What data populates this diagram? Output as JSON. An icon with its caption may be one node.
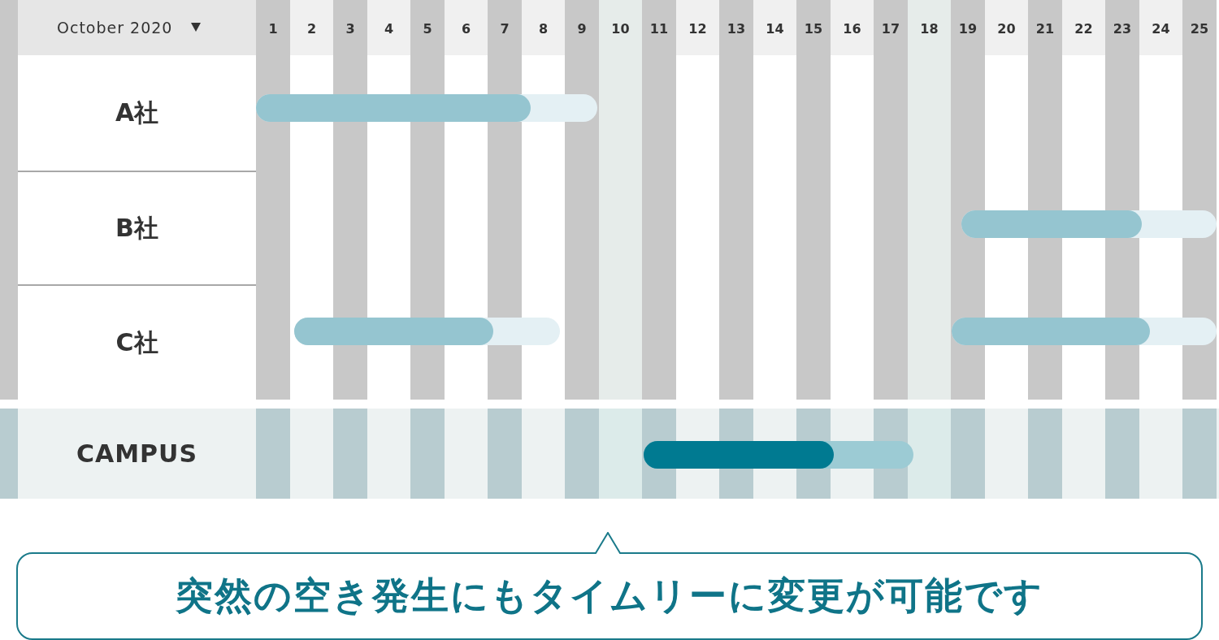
{
  "diagram": {
    "nodes": [
      {
        "text": [
          "A社"
        ]
      },
      {
        "text": [
          "B社"
        ]
      },
      {
        "text": [
          "C社"
        ]
      },
      {
        "text": [
          "CAMPUS"
        ]
      },
      {
        "text": [
          "突然の空き発生にもタイムリーに変更が可能です"
        ]
      }
    ],
    "labels": [
      "October 2020",
      "1",
      "2",
      "3",
      "4",
      "5",
      "6",
      "7",
      "8",
      "9",
      "10",
      "11",
      "12",
      "13",
      "14",
      "15",
      "16",
      "17",
      "18",
      "19",
      "20",
      "21",
      "22",
      "23",
      "24",
      "25"
    ]
  }
}
